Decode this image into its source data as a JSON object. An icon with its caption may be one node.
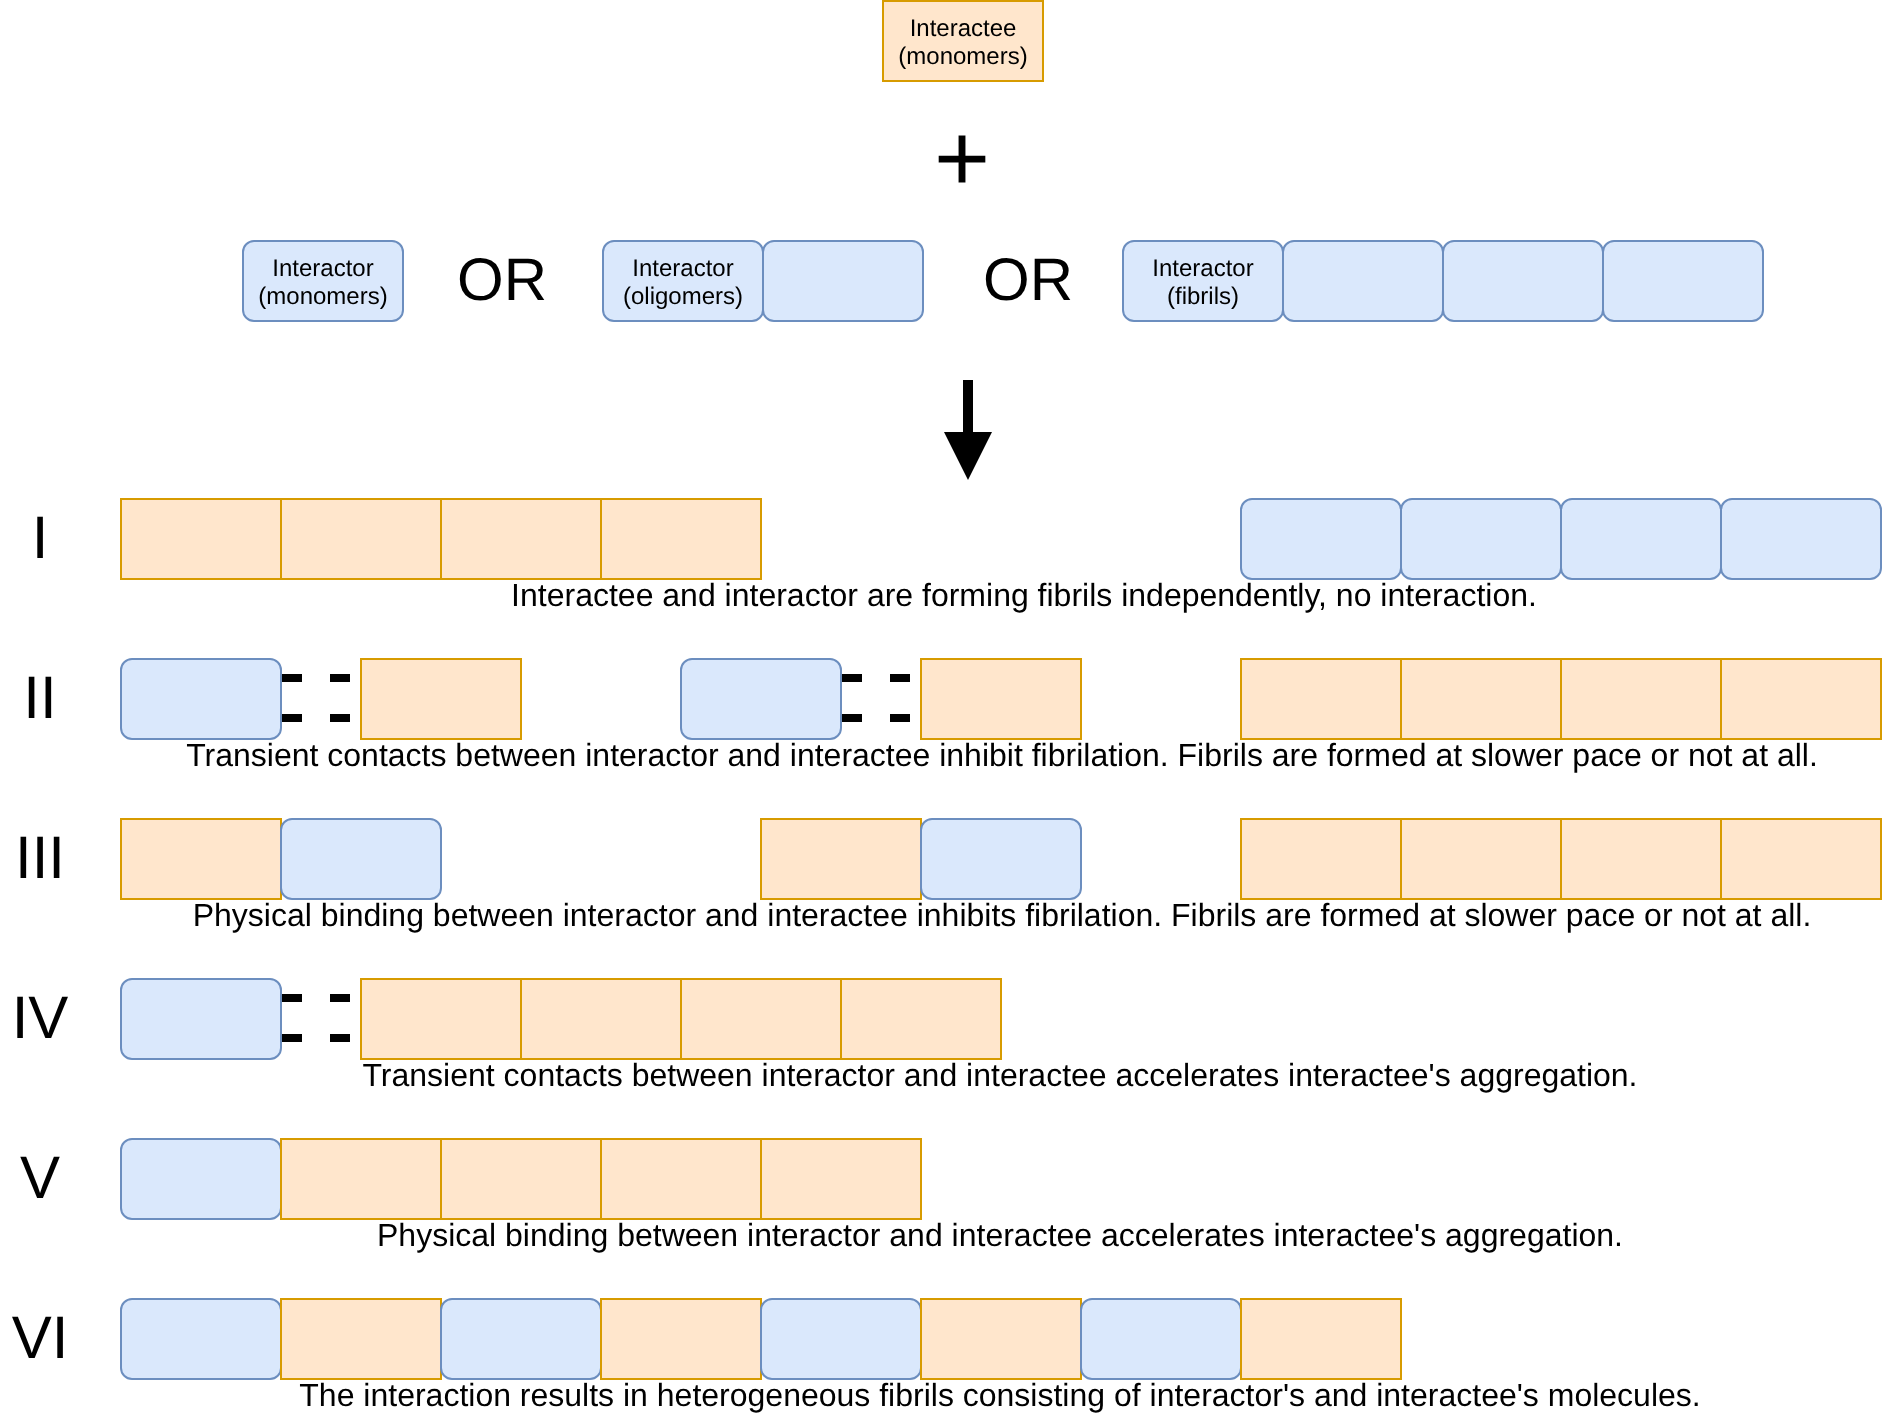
{
  "diagram": {
    "nodes": [
      {
        "text": [
          "Interactee (monomers)"
        ]
      },
      {
        "text": [
          "Interactor (monomers)"
        ]
      },
      {
        "text": [
          "Interactor (oligomers)"
        ]
      },
      {
        "text": [],
        "shape": "box"
      },
      {
        "text": [
          "Interactor (fibrils)"
        ]
      },
      {
        "text": [],
        "shape": "box"
      },
      {
        "text": [],
        "shape": "box"
      },
      {
        "text": [],
        "shape": "box"
      },
      {
        "text": [],
        "shape": "box"
      },
      {
        "text": [],
        "shape": "box"
      },
      {
        "text": [],
        "shape": "box"
      },
      {
        "text": [],
        "shape": "box"
      },
      {
        "text": [],
        "shape": "box"
      },
      {
        "text": [],
        "shape": "box"
      },
      {
        "text": [],
        "shape": "box"
      },
      {
        "text": [],
        "shape": "box"
      },
      {
        "text": [],
        "shape": "box"
      },
      {
        "text": [],
        "shape": "box"
      },
      {
        "text": [],
        "shape": "box"
      },
      {
        "text": [],
        "shape": "box"
      },
      {
        "text": [],
        "shape": "box"
      },
      {
        "text": [],
        "shape": "box"
      },
      {
        "text": [],
        "shape": "box"
      },
      {
        "text": [],
        "shape": "box"
      },
      {
        "text": [],
        "shape": "box"
      },
      {
        "text": [],
        "shape": "box"
      },
      {
        "text": [],
        "shape": "box"
      },
      {
        "text": [],
        "shape": "box"
      },
      {
        "text": [],
        "shape": "box"
      },
      {
        "text": [],
        "shape": "box"
      },
      {
        "text": [],
        "shape": "box"
      },
      {
        "text": [],
        "shape": "box"
      },
      {
        "text": [],
        "shape": "box"
      },
      {
        "text": [],
        "shape": "box"
      },
      {
        "text": [],
        "shape": "box"
      },
      {
        "text": [],
        "shape": "box"
      },
      {
        "text": [],
        "shape": "box"
      },
      {
        "text": [],
        "shape": "box"
      },
      {
        "text": [],
        "shape": "box"
      },
      {
        "text": [],
        "shape": "box"
      },
      {
        "text": [],
        "shape": "box"
      },
      {
        "text": [],
        "shape": "box"
      },
      {
        "text": [],
        "shape": "box"
      },
      {
        "text": [],
        "shape": "box"
      },
      {
        "text": [],
        "shape": "box"
      },
      {
        "text": [],
        "shape": "box"
      },
      {
        "text": [],
        "shape": "box"
      },
      {
        "text": [],
        "shape": "box"
      },
      {
        "text": [],
        "shape": "box"
      },
      {
        "text": [],
        "shape": "box"
      }
    ],
    "edges": [
      {
        "from": 16,
        "to": 17,
        "arrow": "none",
        "style": "dashed"
      },
      {
        "from": 16,
        "to": 17,
        "arrow": "none",
        "style": "dashed"
      },
      {
        "from": 18,
        "to": 19,
        "arrow": "none",
        "style": "dashed"
      },
      {
        "from": 18,
        "to": 19,
        "arrow": "none",
        "style": "dashed"
      },
      {
        "from": 32,
        "to": 33,
        "arrow": "none",
        "style": "dashed"
      },
      {
        "from": 32,
        "to": 33,
        "arrow": "none",
        "style": "dashed"
      }
    ],
    "labels": [
      "+",
      "OR",
      "OR",
      "I",
      "Interactee and interactor are forming fibrils independently, no interaction.",
      "II",
      "Transient contacts between interactor and interactee inhibit fibrilation. Fibrils are formed at slower pace or not at all.",
      "III",
      "Physical binding between interactor and interactee inhibits fibrilation. Fibrils are formed at slower pace or not at all.",
      "IV",
      "Transient contacts between interactor and interactee accelerates interactee's aggregation.",
      "V",
      "Physical binding between interactor and interactee accelerates interactee's aggregation.",
      "VI",
      "The interaction results in heterogeneous fibrils consisting of interactor's and interactee's molecules."
    ]
  }
}
